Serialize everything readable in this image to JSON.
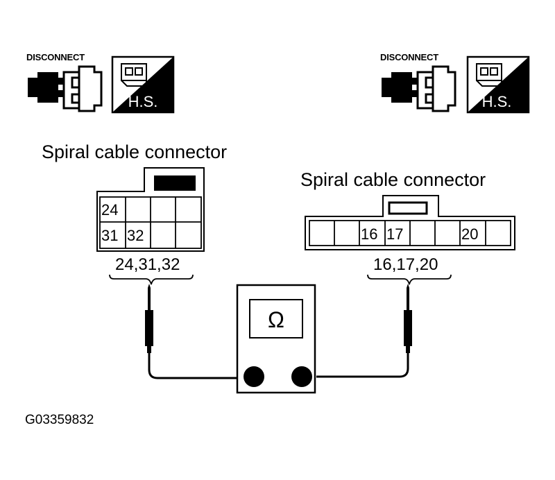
{
  "disconnect_icons": [
    {
      "label": "DISCONNECT",
      "badge": "H.S."
    },
    {
      "label": "DISCONNECT",
      "badge": "H.S."
    }
  ],
  "left_connector": {
    "title": "Spiral cable connector",
    "pins_row1": [
      "24",
      "",
      "",
      ""
    ],
    "pins_row2": [
      "31",
      "32",
      "",
      ""
    ],
    "test_pins": "24,31,32"
  },
  "right_connector": {
    "title": "Spiral cable connector",
    "pins": [
      "",
      "",
      "16",
      "17",
      "",
      "",
      "20",
      ""
    ],
    "test_pins": "16,17,20"
  },
  "meter": {
    "symbol": "Ω"
  },
  "figure_id": "G03359832"
}
